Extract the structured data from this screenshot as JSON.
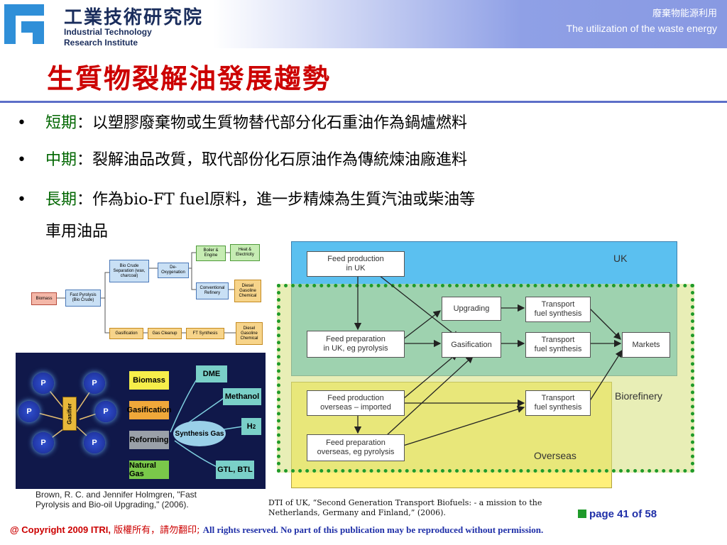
{
  "header": {
    "org_cn": "工業技術研究院",
    "org_en_line1": "Industrial Technology",
    "org_en_line2": "Research Institute",
    "topic_cn": "廢棄物能源利用",
    "topic_en": "The utilization of the waste energy"
  },
  "title": "生質物裂解油發展趨勢",
  "bullets": [
    {
      "symbol": "•",
      "term": "短期",
      "text": "：以塑膠廢棄物或生質物替代部分化石重油作為鍋爐燃料"
    },
    {
      "symbol": "•",
      "term": "中期",
      "text": "：裂解油品改質，取代部份化石原油作為傳統煉油廠進料"
    },
    {
      "symbol": "•",
      "term": "長期",
      "text": "：作為bio-FT fuel原料，進一步精煉為生質汽油或柴油等",
      "cont": "車用油品"
    }
  ],
  "process_diagram": {
    "biomass": "Biomass",
    "fast_pyrolysis": "Fast Pyrolysis (Bio Crude)",
    "bio_crude_sep": "Bio Crude Separation (wax, charcoal)",
    "de_oxygenation": "De-Oxygenation",
    "boiler": "Boiler & Engine",
    "heat": "Heat & Electricity",
    "refinery": "Conventional Refinery",
    "diesel_gasoline_chem_top": "Diesel Gasoline Chemical",
    "gasification": "Gasification",
    "gas_cleanup": "Gas Cleanup",
    "ft_synthesis": "FT Synthesis",
    "diesel_gasoline_chem_bottom": "Diesel Gasoline Chemical"
  },
  "gasifier_diagram": {
    "node_label": "P",
    "gasifier": "Gasifier",
    "biomass": "Biomass",
    "gasification": "Gasification",
    "reforming": "Reforming",
    "natural_gas": "Natural Gas",
    "synthesis_gas": "Synthesis Gas",
    "dme": "DME",
    "methanol": "Methanol",
    "h2": "H",
    "h2_sub": "2",
    "gtl": "GTL, BTL"
  },
  "left_caption": {
    "line1": "Brown, R. C. and Jennifer Holmgren, \"Fast",
    "line2": "Pyrolysis and Bio-oil Upgrading,\" (2006)."
  },
  "dti_diagram": {
    "region_uk": "UK",
    "region_biofinery": "Biorefinery",
    "region_overseas": "Overseas",
    "feed_production_uk": [
      "Feed production",
      "in UK"
    ],
    "feed_preparation_uk": [
      "Feed preparation",
      "in UK, eg pyrolysis"
    ],
    "upgrading": "Upgrading",
    "gasification": "Gasification",
    "transport_1": [
      "Transport",
      "fuel synthesis"
    ],
    "transport_2": [
      "Transport",
      "fuel synthesis"
    ],
    "transport_3": [
      "Transport",
      "fuel synthesis"
    ],
    "markets": "Markets",
    "feed_production_overseas": [
      "Feed production",
      "overseas – imported"
    ],
    "feed_preparation_overseas": [
      "Feed preparation",
      "overseas, eg pyrolysis"
    ]
  },
  "right_caption": {
    "line1": "DTI of UK, “Second Generation Transport Biofuels: - a mission to the",
    "line2": "Netherlands, Germany and Finland,” (2006)."
  },
  "page_indicator": "page 41 of 58",
  "footer": {
    "copyright": "@ Copyright 2009 ITRI,",
    "rights_cn": "版權所有，請勿翻印;",
    "rights_en": "All rights reserved. No part of this publication may be reproduced without permission."
  },
  "colors": {
    "title": "#cc0000",
    "term": "#006600",
    "header_band": "#8899e2",
    "footer_red": "#cc0000",
    "footer_blue": "#1f2fa8",
    "uk_region": "#5bc0f0",
    "overseas_region": "#fff07a",
    "biorefinery_region": "#d6e07a",
    "biorefinery_dots": "#1f9a2a"
  }
}
